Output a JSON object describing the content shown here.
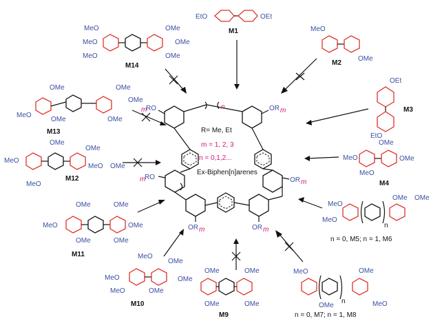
{
  "center": {
    "r_def": "R= Me, Et",
    "m_def": "m = 1, 2, 3",
    "n_def": "n = 0,1,2...",
    "name": "Ex-Biphen[n]arenes",
    "ro_label": "RO",
    "or_label": "OR",
    "m": "m",
    "n": "n"
  },
  "monomers": {
    "m1": {
      "label": "M1",
      "left": "EtO",
      "right": "OEt"
    },
    "m2": {
      "label": "M2",
      "top": "MeO",
      "bottom": "OMe"
    },
    "m3": {
      "label": "M3",
      "top": "OEt",
      "bottom": "EtO"
    },
    "m4": {
      "label": "M4",
      "left": "MeO",
      "a": "OMe",
      "b": "MeO",
      "c": "OMe"
    },
    "m5m6": {
      "label": "n = 0, M5; n = 1, M6",
      "a": "MeO",
      "b": "MeO",
      "c": "OMe",
      "d": "OMe",
      "n": "n"
    },
    "m7m8": {
      "label": "n = 0, M7; n = 1, M8",
      "a": "MeO",
      "b": "OMe",
      "c": "OMe",
      "d": "MeO",
      "n": "n"
    },
    "m9": {
      "label": "M9",
      "a": "OMe",
      "b": "OMe",
      "c": "OMe",
      "d": "OMe"
    },
    "m10": {
      "label": "M10",
      "a": "MeO",
      "b": "MeO",
      "c": "MeO",
      "d": "OMe",
      "e": "OMe",
      "f": "OMe"
    },
    "m11": {
      "label": "M11",
      "a": "OMe",
      "b": "MeO",
      "c": "OMe",
      "d": "OMe",
      "e": "OMe",
      "f": "OMe"
    },
    "m12": {
      "label": "M12",
      "a": "OMe",
      "b": "MeO",
      "c": "MeO",
      "d": "OMe",
      "e": "MeO",
      "f": "OMe"
    },
    "m13": {
      "label": "M13",
      "a": "OMe",
      "b": "OMe",
      "c": "MeO",
      "d": "OMe",
      "e": "OMe",
      "f": "OMe"
    },
    "m14": {
      "label": "M14",
      "a": "MeO",
      "b": "MeO",
      "c": "MeO",
      "d": "OMe",
      "e": "OMe",
      "f": "OMe"
    }
  },
  "colors": {
    "fragment": "#e0302a",
    "substituent": "#3a4fa0",
    "variable": "#d4147a"
  }
}
